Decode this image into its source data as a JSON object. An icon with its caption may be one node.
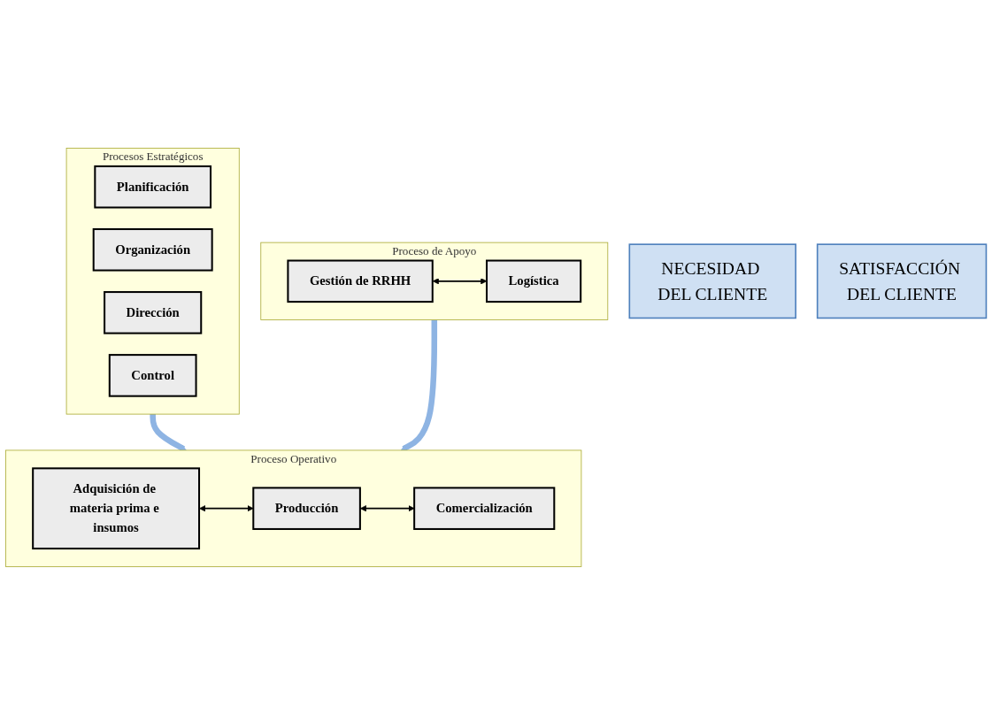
{
  "diagram": {
    "nodes": [
      {
        "text": [
          "NECESIDAD DEL CLIENTE"
        ]
      },
      {
        "text": [
          "Procesos Estratégicos"
        ]
      },
      {
        "text": [
          "Planificación"
        ],
        "in": 1
      },
      {
        "text": [
          "Organización"
        ],
        "in": 1
      },
      {
        "text": [
          "Dirección"
        ],
        "in": 1
      },
      {
        "text": [
          "Control"
        ],
        "in": 1
      },
      {
        "text": [
          "Proceso Operativo"
        ]
      },
      {
        "text": [
          "Adquisición de materia prima e insumos"
        ],
        "in": 6
      },
      {
        "text": [
          "Producción"
        ],
        "in": 6
      },
      {
        "text": [
          "Comercialización"
        ],
        "in": 6
      },
      {
        "text": [
          "Proceso de Apoyo"
        ]
      },
      {
        "text": [
          "Gestión de RRHH"
        ],
        "in": 10
      },
      {
        "text": [
          "Logística"
        ],
        "in": 10
      },
      {
        "text": [
          "SATISFACCIÓN DEL CLIENTE"
        ]
      }
    ],
    "edges": [
      {
        "from": 1,
        "to": 6,
        "arrow": "to",
        "style": "thick",
        "color": "#8eb4e3"
      },
      {
        "from": 7,
        "to": 8,
        "arrow": "both"
      },
      {
        "from": 8,
        "to": 9,
        "arrow": "both"
      },
      {
        "from": 10,
        "to": 6,
        "arrow": "to",
        "style": "thick",
        "color": "#8eb4e3"
      },
      {
        "from": 11,
        "to": 12,
        "arrow": "both"
      }
    ]
  }
}
